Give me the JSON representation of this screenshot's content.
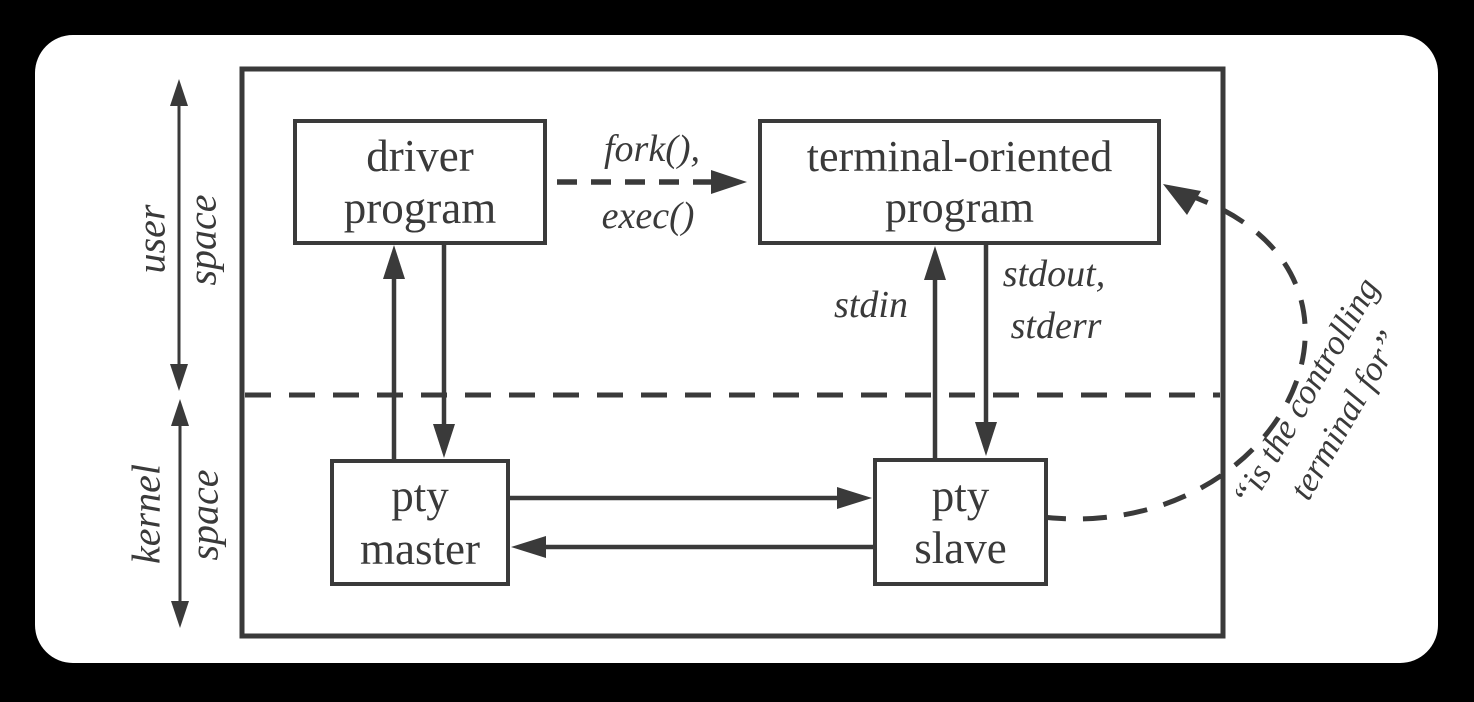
{
  "page": {
    "background_color": "#000000",
    "card_color": "#ffffff",
    "ink_color": "#3a3a3a"
  },
  "diagram": {
    "boxes": {
      "driver": {
        "line1": "driver",
        "line2": "program"
      },
      "terminal": {
        "line1": "terminal-oriented",
        "line2": "program"
      },
      "master": {
        "line1": "pty",
        "line2": "master"
      },
      "slave": {
        "line1": "pty",
        "line2": "slave"
      }
    },
    "edge_labels": {
      "fork": "fork(),",
      "exec": "exec()",
      "stdin": "stdin",
      "stdout": "stdout,",
      "stderr": "stderr",
      "controlling_line1": "“is the controlling",
      "controlling_line2": "terminal for”"
    },
    "axis_labels": {
      "user": "user",
      "user_space": "space",
      "kernel": "kernel",
      "kernel_space": "space"
    }
  }
}
